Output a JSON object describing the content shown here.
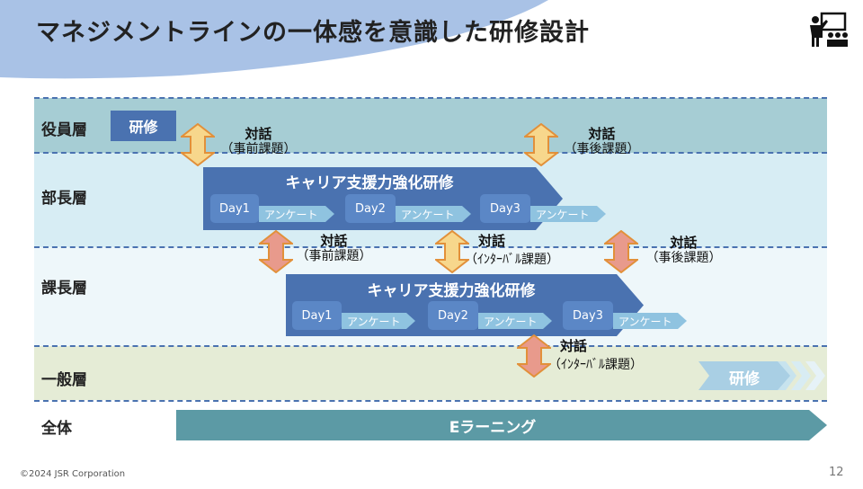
{
  "title": "マネジメントラインの一体感を意識した研修設計",
  "rows": {
    "executive": "役員層",
    "dept_head": "部長層",
    "section_head": "課長層",
    "general": "一般層",
    "all": "全体"
  },
  "executive_training": "研修",
  "program": {
    "title_upper": "キャリア支援力強化研修",
    "title_lower": "キャリア支援力強化研修",
    "days": [
      "Day1",
      "Day2",
      "Day3"
    ],
    "survey": "アンケート"
  },
  "dialogues": {
    "d1": {
      "head": "対話",
      "sub": "（事前課題）"
    },
    "d2": {
      "head": "対話",
      "sub": "（事後課題）"
    },
    "d3": {
      "head": "対話",
      "sub": "（事前課題）"
    },
    "d4": {
      "head": "対話",
      "sub": "（ｲﾝﾀｰﾊﾞﾙ課題）"
    },
    "d5": {
      "head": "対話",
      "sub": "（事後課題）"
    },
    "d6": {
      "head": "対話",
      "sub": "（ｲﾝﾀｰﾊﾞﾙ課題）"
    }
  },
  "general_training": "研修",
  "elearning": "Eラーニング",
  "footer": {
    "copyright": "©2024 JSR Corporation",
    "page": "12"
  },
  "colors": {
    "accent": "#4a72b0",
    "arrow_yellow": "#f7d78c",
    "arrow_red": "#e89a8c",
    "teal": "#5c9aa5"
  }
}
